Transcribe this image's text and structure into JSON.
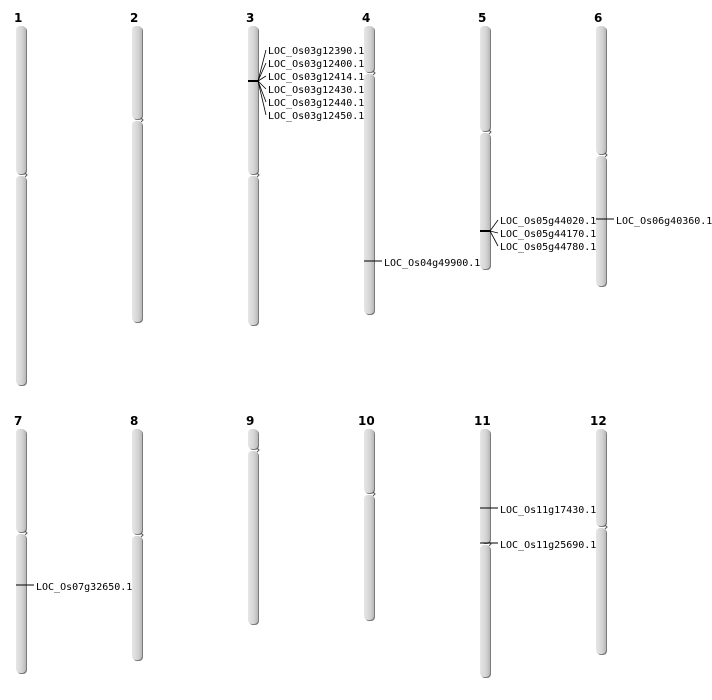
{
  "chromosomes": [
    {
      "name": "1",
      "genes": []
    },
    {
      "name": "2",
      "genes": []
    },
    {
      "name": "3",
      "genes": [
        "LOC_Os03g12390.1",
        "LOC_Os03g12400.1",
        "LOC_Os03g12414.1",
        "LOC_Os03g12430.1",
        "LOC_Os03g12440.1",
        "LOC_Os03g12450.1"
      ]
    },
    {
      "name": "4",
      "genes": [
        "LOC_Os04g49900.1"
      ]
    },
    {
      "name": "5",
      "genes": [
        "LOC_Os05g44020.1",
        "LOC_Os05g44170.1",
        "LOC_Os05g44780.1"
      ]
    },
    {
      "name": "6",
      "genes": [
        "LOC_Os06g40360.1"
      ]
    },
    {
      "name": "7",
      "genes": [
        "LOC_Os07g32650.1"
      ]
    },
    {
      "name": "8",
      "genes": []
    },
    {
      "name": "9",
      "genes": []
    },
    {
      "name": "10",
      "genes": []
    },
    {
      "name": "11",
      "genes": [
        "LOC_Os11g17430.1",
        "LOC_Os11g25690.1"
      ]
    },
    {
      "name": "12",
      "genes": []
    }
  ],
  "colors": {
    "chromosome": "#d4d4d4",
    "shadow": "#7a7a7a",
    "marker": "#000000"
  }
}
